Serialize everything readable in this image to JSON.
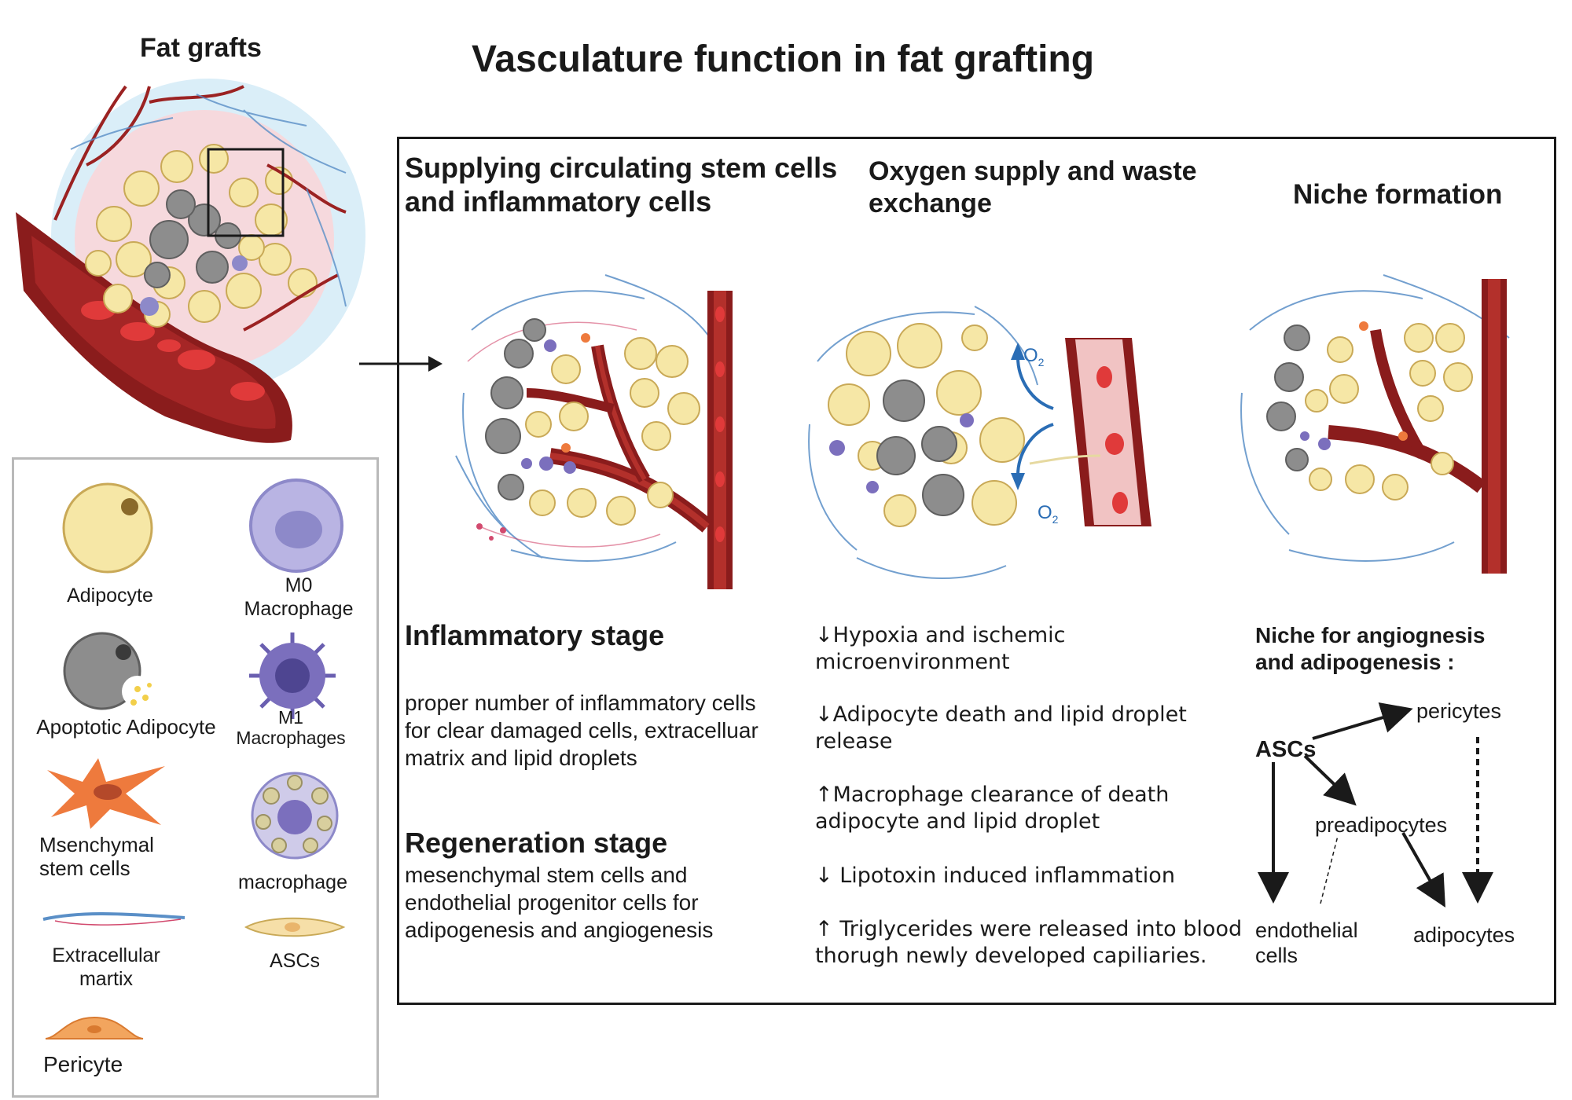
{
  "title": "Vasculature function in fat grafting",
  "fat_grafts_label": "Fat grafts",
  "sections": {
    "col1_heading": "Supplying circulating stem cells and inflammatory cells",
    "col2_heading": "Oxygen supply and waste exchange",
    "col3_heading": "Niche formation"
  },
  "oxygen": {
    "o2_top": "O",
    "o2_bottom": "O",
    "sub": "2"
  },
  "col1": {
    "inflammatory_heading": "Inflammatory stage",
    "inflammatory_text": "proper number of inflammatory cells for clear damaged cells, extracelluar matrix and lipid droplets",
    "regeneration_heading": "Regeneration stage",
    "regeneration_text": "mesenchymal stem cells and endothelial progenitor cells for adipogenesis and angiogenesis"
  },
  "col2": {
    "items": [
      "↓Hypoxia and ischemic microenvironment",
      "↓Adipocyte death and lipid droplet release",
      "↑Macrophage clearance of death adipocyte and lipid droplet",
      "↓ Lipotoxin induced inflammation",
      "↑ Triglycerides were released into blood thorugh newly developed capiliaries."
    ]
  },
  "col3": {
    "heading": "Niche for angiognesis and adipogenesis :",
    "flow": {
      "ascs": "ASCs",
      "pericytes": "pericytes",
      "preadipocytes": "preadipocytes",
      "endothelial": "endothelial cells",
      "adipocytes": "adipocytes"
    }
  },
  "legend": {
    "adipocyte": "Adipocyte",
    "m0": "M0 Macrophage",
    "apoptotic": "Apoptotic Adipocyte",
    "m1": "M1 Macrophages",
    "msc": "Msenchymal stem cells",
    "macrophage": "macrophage",
    "ecm": "Extracellular martix",
    "ascs": "ASCs",
    "pericyte": "Pericyte"
  },
  "colors": {
    "adipocyte_fill": "#f6e7a6",
    "adipocyte_stroke": "#c9a957",
    "apoptotic_fill": "#8d8d8d",
    "vessel_dark": "#8a1c1c",
    "vessel_light": "#c8392f",
    "ecm_blue": "#5a8fc7",
    "oxygen_blue": "#2a6db5",
    "msc_orange": "#ee7a3d",
    "macrophage_purple": "#8d89c9"
  }
}
